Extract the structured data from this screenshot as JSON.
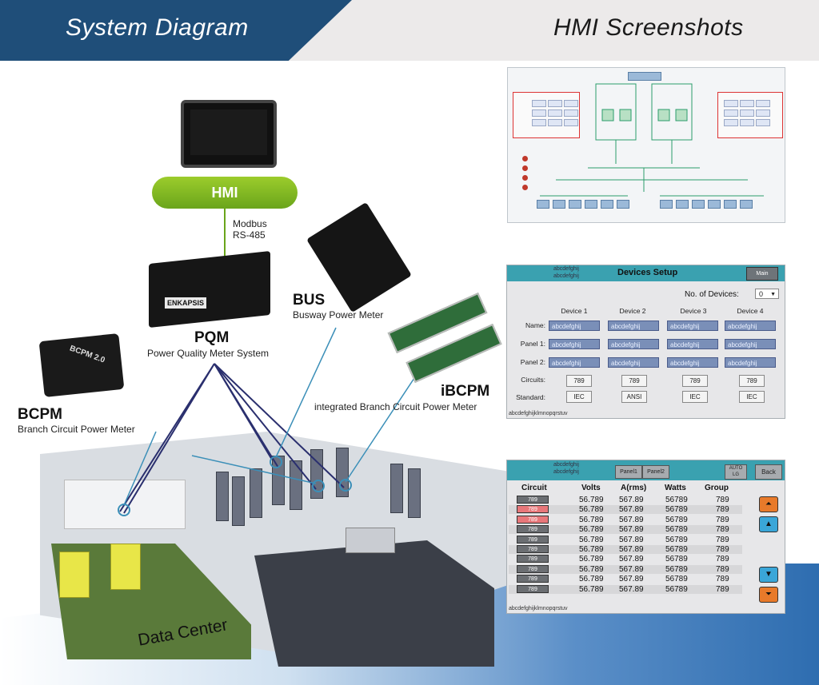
{
  "header": {
    "left_title": "System Diagram",
    "right_title": "HMI Screenshots"
  },
  "diagram": {
    "hmi_label": "HMI",
    "modbus_line1": "Modbus",
    "modbus_line2": "RS-485",
    "pqm_logo": "ENKAPSIS",
    "bcpm_badge": "BCPM 2.0",
    "pqm_name": "PQM",
    "pqm_desc": "Power Quality Meter System",
    "bus_name": "BUS",
    "bus_desc": "Busway Power Meter",
    "bcpm_name": "BCPM",
    "bcpm_desc": "Branch Circuit Power Meter",
    "ibcpm_name": "iBCPM",
    "ibcpm_desc": "integrated Branch Circuit Power Meter",
    "data_center_label": "Data Center"
  },
  "devices_setup": {
    "tiny_top": [
      "abcdefghij",
      "abcdefghij"
    ],
    "title": "Devices Setup",
    "main_button": "Main",
    "num_devices_label": "No. of Devices:",
    "num_devices_value": "0",
    "columns": [
      "Device 1",
      "Device 2",
      "Device 3",
      "Device 4"
    ],
    "row_labels": [
      "Name:",
      "Panel 1:",
      "Panel 2:",
      "Circuits:",
      "Standard:"
    ],
    "field_value": "abcdefghij",
    "circuits": [
      "789",
      "789",
      "789",
      "789"
    ],
    "standards": [
      "IEC",
      "ANSI",
      "IEC",
      "IEC"
    ],
    "footer": "abcdefghijklmnopqrstuv"
  },
  "circuit_table": {
    "tiny_top": [
      "abcdefghij",
      "abcdefghij"
    ],
    "buttons": [
      "Panel1",
      "Panel2",
      "Back"
    ],
    "auto_button": [
      "AUTO",
      "LG"
    ],
    "headers": [
      "Circuit",
      "Volts",
      "A(rms)",
      "Watts",
      "Group"
    ],
    "rows": [
      {
        "circuit": "789",
        "volts": "56.789",
        "amps": "567.89",
        "watts": "56789",
        "group": "789",
        "status": "normal"
      },
      {
        "circuit": "789",
        "volts": "56.789",
        "amps": "567.89",
        "watts": "56789",
        "group": "789",
        "status": "alarm"
      },
      {
        "circuit": "789",
        "volts": "56.789",
        "amps": "567.89",
        "watts": "56789",
        "group": "789",
        "status": "alarm"
      },
      {
        "circuit": "789",
        "volts": "56.789",
        "amps": "567.89",
        "watts": "56789",
        "group": "789",
        "status": "normal"
      },
      {
        "circuit": "789",
        "volts": "56.789",
        "amps": "567.89",
        "watts": "56789",
        "group": "789",
        "status": "normal"
      },
      {
        "circuit": "789",
        "volts": "56.789",
        "amps": "567.89",
        "watts": "56789",
        "group": "789",
        "status": "normal"
      },
      {
        "circuit": "789",
        "volts": "56.789",
        "amps": "567.89",
        "watts": "56789",
        "group": "789",
        "status": "normal"
      },
      {
        "circuit": "789",
        "volts": "56.789",
        "amps": "567.89",
        "watts": "56789",
        "group": "789",
        "status": "normal"
      },
      {
        "circuit": "789",
        "volts": "56.789",
        "amps": "567.89",
        "watts": "56789",
        "group": "789",
        "status": "normal"
      },
      {
        "circuit": "789",
        "volts": "56.789",
        "amps": "567.89",
        "watts": "56789",
        "group": "789",
        "status": "normal"
      }
    ],
    "scroll_icons": [
      "page-up-icon",
      "scroll-up-icon",
      "scroll-down-icon",
      "page-down-icon"
    ],
    "footer": "abcdefghijklmnopqrstuv"
  },
  "colors": {
    "header_blue": "#1f4e79",
    "hmi_green": "#8bc11f",
    "teal": "#3aa1b0",
    "link_blue": "#3b8fb8",
    "link_navy": "#2a2f6e",
    "alarm_red": "#e8777a"
  }
}
